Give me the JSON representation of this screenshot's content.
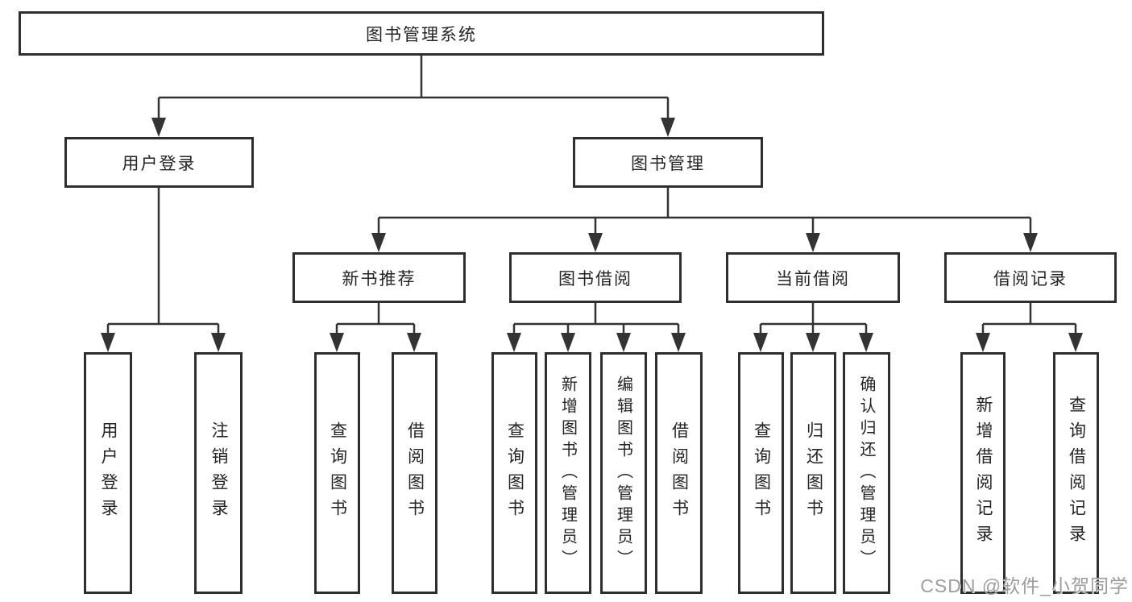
{
  "tree": {
    "root": {
      "label": "图书管理系统"
    },
    "children": [
      {
        "label": "用户登录",
        "children": [
          "用户登录",
          "注销登录"
        ]
      },
      {
        "label": "图书管理",
        "children": [
          {
            "label": "新书推荐",
            "children": [
              "查询图书",
              "借阅图书"
            ]
          },
          {
            "label": "图书借阅",
            "children": [
              "查询图书",
              "新增图书（管理员）",
              "编辑图书（管理员）",
              "借阅图书"
            ]
          },
          {
            "label": "当前借阅",
            "children": [
              "查询图书",
              "归还图书",
              "确认归还（管理员）"
            ]
          },
          {
            "label": "借阅记录",
            "children": [
              "新增借阅记录",
              "查询借阅记录"
            ]
          }
        ]
      }
    ]
  },
  "watermark": {
    "text": "CSDN @软件_小贺同学",
    "color": "#9c9c9c"
  },
  "colors": {
    "background": "#ffffff",
    "box_fill": "#ffffff",
    "box_border": "#2e2e2e",
    "line": "#333333",
    "text": "#242424"
  }
}
